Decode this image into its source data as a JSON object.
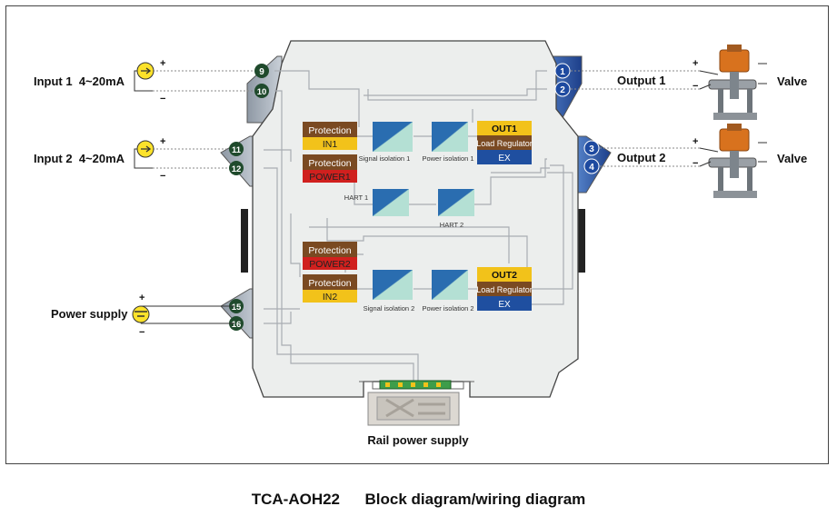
{
  "inputs": [
    {
      "label": "Input 1  4~20mA",
      "plus": "+",
      "minus": "−"
    },
    {
      "label": "Input 2  4~20mA",
      "plus": "+",
      "minus": "−"
    }
  ],
  "power": {
    "label": "Power supply",
    "plus": "+",
    "minus": "−"
  },
  "outputs": [
    {
      "label": "Output 1",
      "plus": "+",
      "minus": "−",
      "valve": "Valve"
    },
    {
      "label": "Output 2",
      "plus": "+",
      "minus": "−",
      "valve": "Valve"
    }
  ],
  "terminals": {
    "t9": "9",
    "t10": "10",
    "t11": "11",
    "t12": "12",
    "t15": "15",
    "t16": "16",
    "t1": "1",
    "t2": "2",
    "t3": "3",
    "t4": "4"
  },
  "channel1": {
    "protection": "Protection",
    "in": "IN1",
    "power_protection": "Protection",
    "power": "POWER1",
    "signal_isolation": "Signal isolation 1",
    "power_isolation": "Power isolation 1",
    "out": "OUT1",
    "load_regulator": "Load Regulator",
    "ex": "EX"
  },
  "hart": {
    "hart1": "HART 1",
    "hart2": "HART 2"
  },
  "channel2": {
    "power_protection": "Protection",
    "power": "POWER2",
    "protection": "Protection",
    "in": "IN2",
    "signal_isolation": "Signal isolation 2",
    "power_isolation": "Power isolation 2",
    "out": "OUT2",
    "load_regulator": "Load Regulator",
    "ex": "EX"
  },
  "rail": {
    "label": "Rail power supply"
  },
  "caption": {
    "model": "TCA-AOH22",
    "title": "Block diagram/wiring diagram"
  },
  "colors": {
    "protection_brown": "#7a4a22",
    "in_yellow": "#f2c21a",
    "power_red": "#d0201e",
    "ex_blue": "#1f4fa0",
    "terminal_green": "#1f4a2c",
    "terminal_blue": "#1e4aa0",
    "body_gray": "#edeeec",
    "side_blue": "#3b6cb8",
    "side_gray": "#a9b2bd"
  }
}
